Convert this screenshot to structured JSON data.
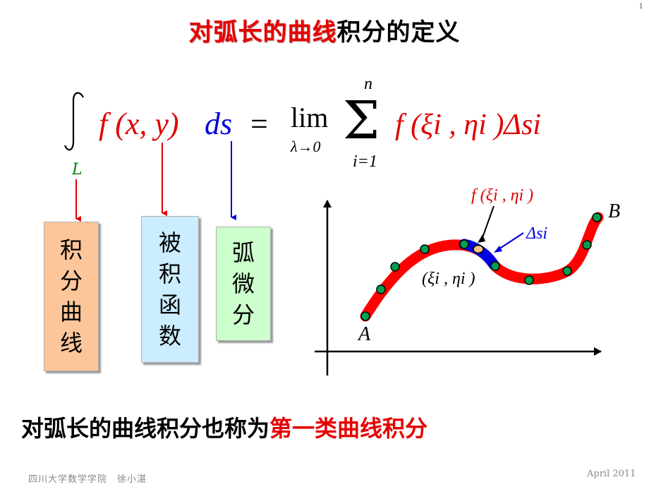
{
  "page_number": "1",
  "title": {
    "highlight": "对弧长的曲线",
    "rest": "积分的定义"
  },
  "formula": {
    "integral_subscript": "L",
    "integrand": "f (x, y)",
    "differential": "ds",
    "equals": "=",
    "lim": "lim",
    "lim_sub": "λ→0",
    "sum_upper": "n",
    "sum_lower": "i=1",
    "rhs": "f (ξi , ηi )Δsi"
  },
  "boxes": [
    {
      "label": "积分曲线",
      "color": "#fcc69a"
    },
    {
      "label": "被积函数",
      "color": "#ccecff"
    },
    {
      "label": "弧微分",
      "color": "#ccffcc"
    }
  ],
  "graph": {
    "label_a": "A",
    "label_b": "B",
    "label_f": "f (ξi , ηi )",
    "label_ds": "Δsi",
    "label_point": "(ξi , ηi )",
    "curve_color": "#ff0000",
    "segment_color": "#0000ff",
    "node_color": "#00a050"
  },
  "bottom": {
    "rest": "对弧长的曲线积分也称为",
    "highlight": "第一类曲线积分"
  },
  "footer": {
    "left": "四川大学数学学院　徐小湛",
    "right": "April 2011"
  }
}
